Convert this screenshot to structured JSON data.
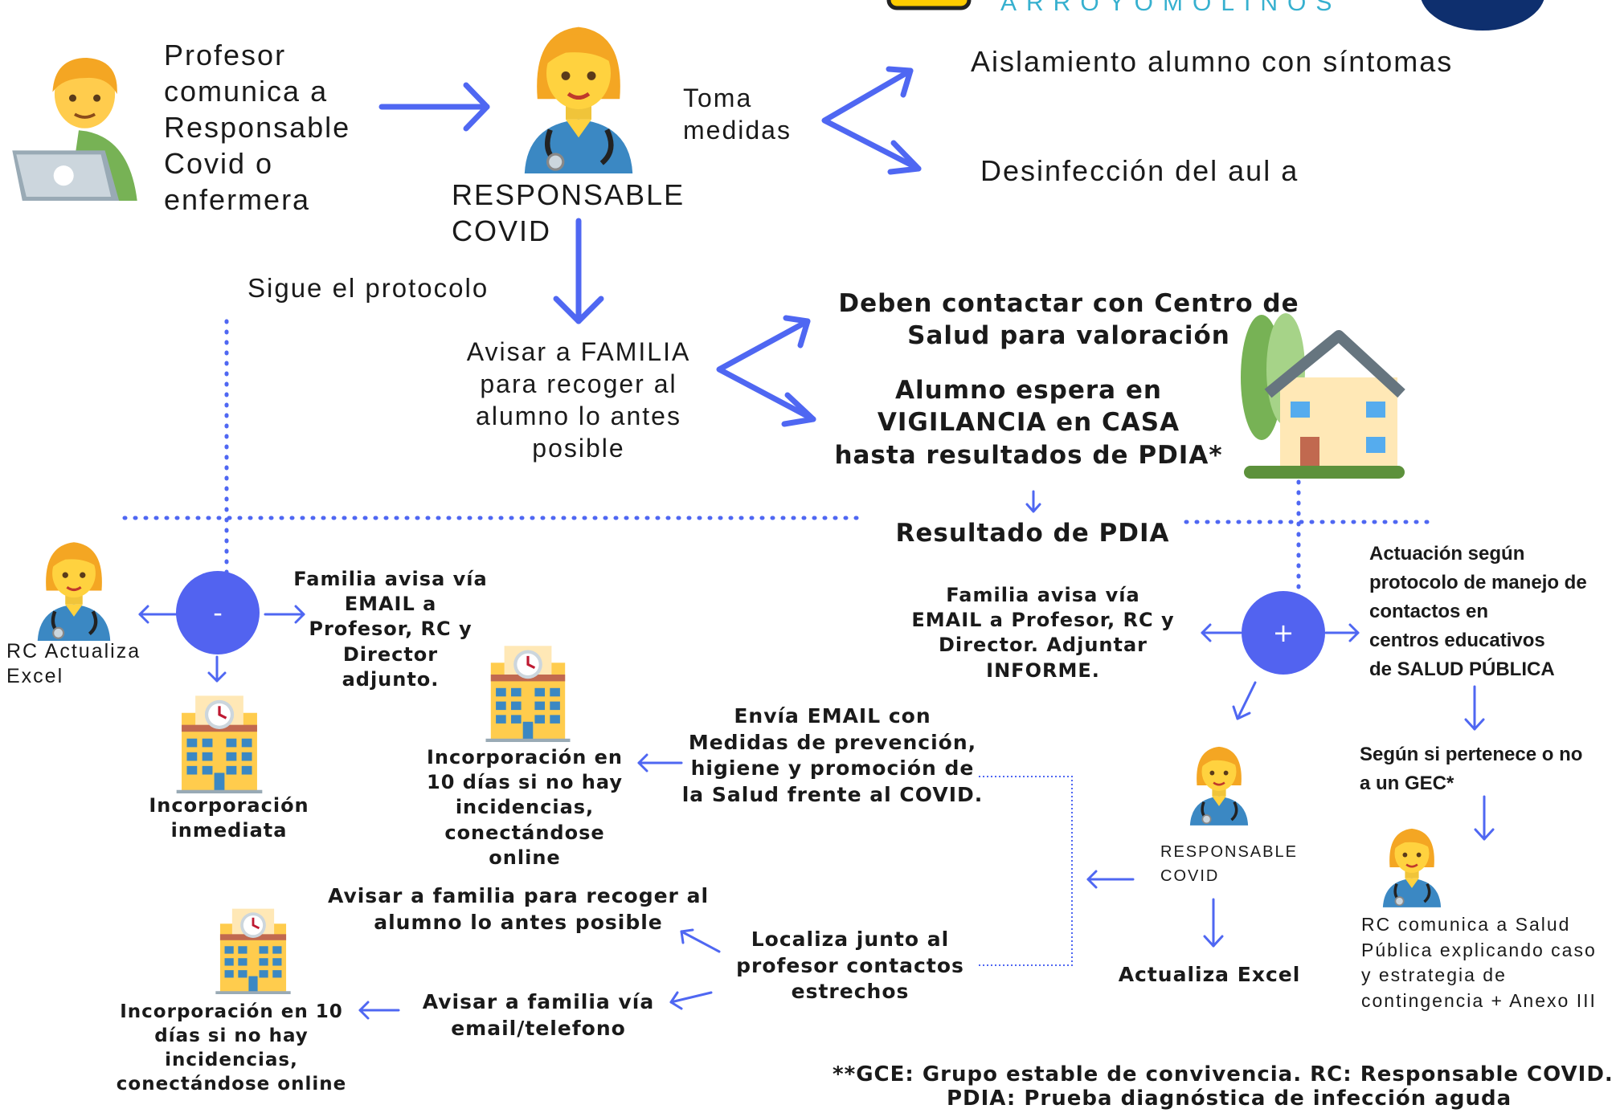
{
  "colors": {
    "arrow": "#4f67f2",
    "circle": "#5263f0",
    "text": "#1a1a1a",
    "logo_text": "#36b0cf",
    "logo_circle": "#0e2f6e"
  },
  "header": {
    "logo_text": "ARROYOMOLINOS"
  },
  "top": {
    "teacher_text": "Profesor\ncomunica a\nResponsable\nCovid o\nenfermera",
    "responsable_label": "RESPONSABLE\nCOVID",
    "toma_medidas": "Toma\nmedidas",
    "aislamiento": "Aislamiento alumno con síntomas",
    "desinfeccion": "Desinfección del aul a",
    "sigue_protocolo": "Sigue el protocolo",
    "avisar_familia": "Avisar a FAMILIA\npara recoger al\nalumno lo antes\nposible",
    "centro_salud": "Deben contactar con Centro de\nSalud para valoración",
    "vigilancia": "Alumno espera en\nVIGILANCIA en CASA\nhasta resultados de PDIA*",
    "resultado": "Resultado de PDIA"
  },
  "negative": {
    "symbol": "-",
    "rc_excel": "RC Actualiza\nExcel",
    "familia_email": "Familia avisa vía\nEMAIL a\nProfesor, RC y\nDirector\nadjunto.",
    "incorporacion": "Incorporación\ninmediata"
  },
  "positive": {
    "symbol": "+",
    "familia_email": "Familia avisa vía\nEMAIL a Profesor, RC y\nDirector. Adjuntar\nINFORME.",
    "actuacion": "Actuación según\n protocolo de manejo de\ncontactos en\ncentros educativos\n  de SALUD PÚBLICA",
    "segun_gec": "Según si pertenece o no\na un GEC*",
    "rc_comunica": "RC comunica a Salud\nPública explicando caso\ny estrategia de\ncontingencia + Anexo III",
    "responsable_label": "RESPONSABLE\nCOVID",
    "actualiza_excel": "Actualiza Excel",
    "envia_email": "Envía EMAIL con\nMedidas de prevención,\nhigiene y promoción de\nla Salud frente al COVID.",
    "incorporacion_10_online": "Incorporación en\n10 días si no  hay\nincidencias,\nconectándose\nonline",
    "localiza": "Localiza junto al\nprofesor contactos\nestrechos",
    "avisar_recoger": "Avisar a familia para recoger al\nalumno lo antes posible",
    "avisar_email_tel": "Avisar a familia vía\nemail/telefono",
    "incorporacion_10_b": "Incorporación en 10\ndías si no hay\nincidencias,\nconectándose online"
  },
  "footnote": {
    "line1": "**GCE: Grupo estable de convivencia. RC: Responsable COVID.",
    "line2": "PDIA: Prueba diagnóstica de infección aguda"
  },
  "icons": [
    "teacher-laptop-icon",
    "health-worker-icon",
    "house-icon",
    "school-clock-icon"
  ]
}
